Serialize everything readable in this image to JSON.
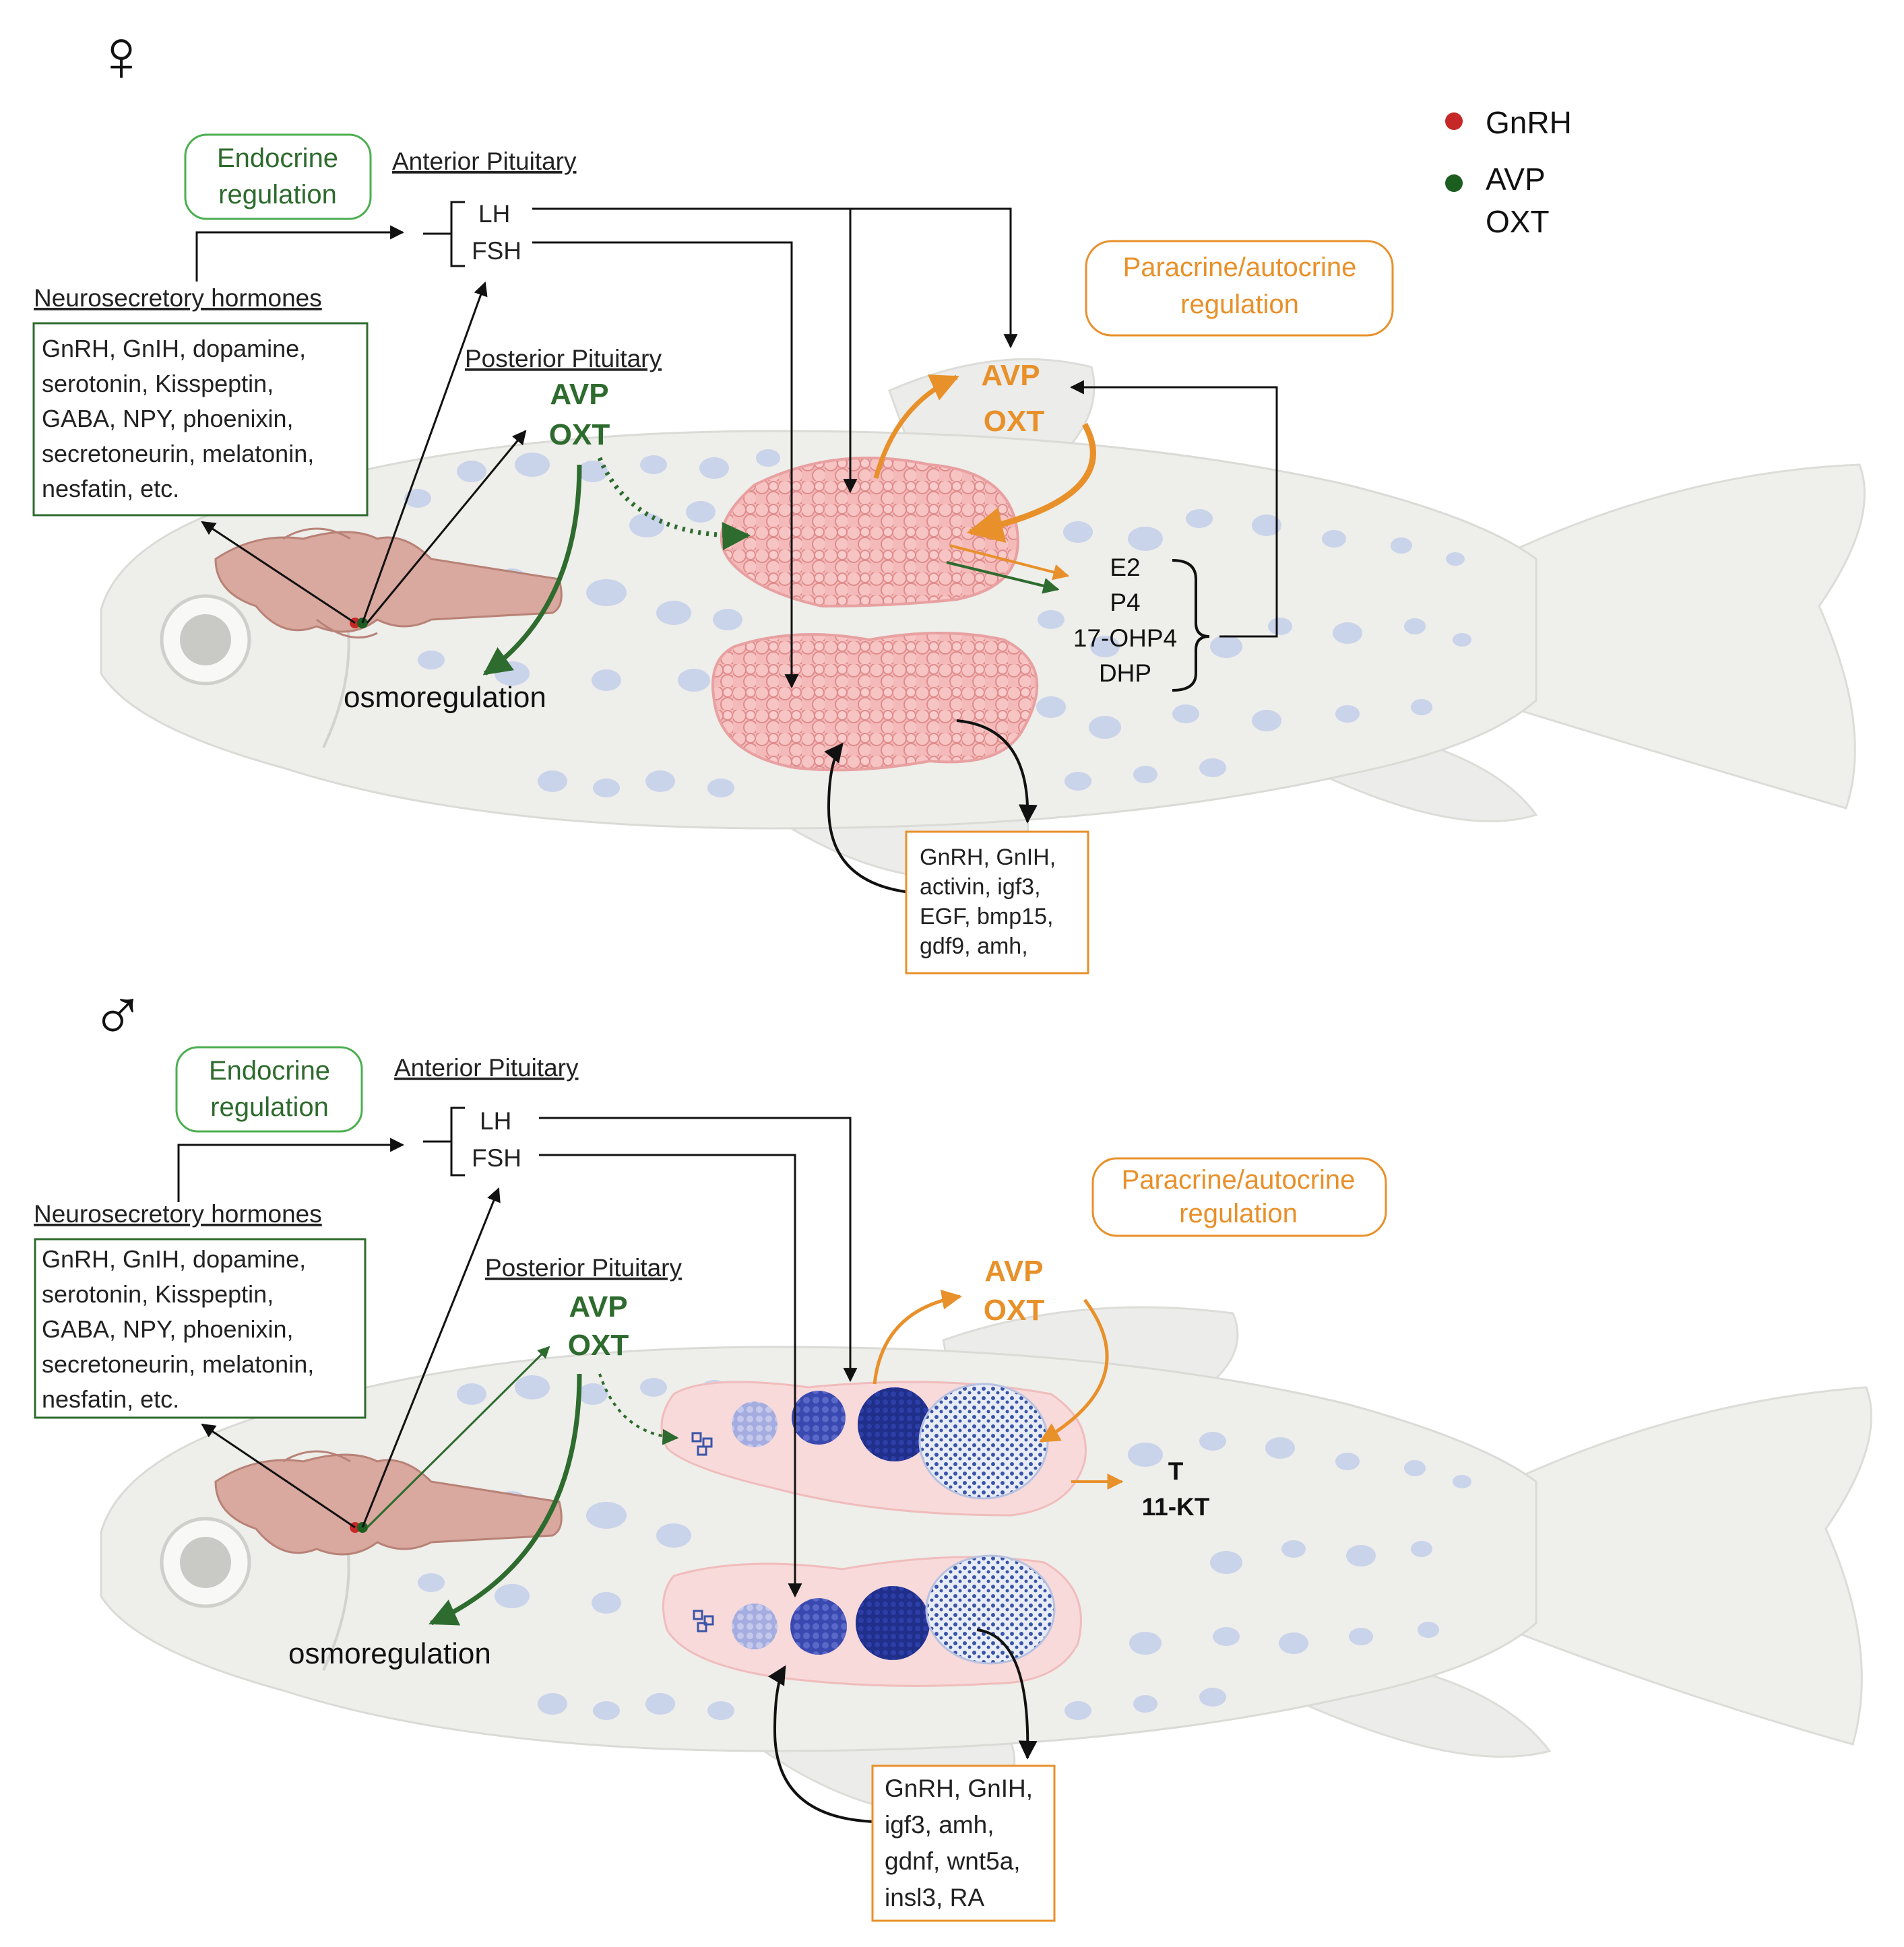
{
  "legend": {
    "gnrh": "GnRH",
    "avp": "AVP",
    "oxt": "OXT",
    "gnrh_color": "#c62828",
    "avp_oxt_color": "#1b5e20"
  },
  "colors": {
    "green": "#2e6b2e",
    "orange": "#e8902a",
    "fish_body": "#eeeeea",
    "spots": "#c9d3ea",
    "ovary": "#f2b5b5",
    "testis": "#f8dada",
    "dark_blue": "#1f2f8a"
  },
  "female": {
    "symbol": "♀",
    "endocrine": [
      "Endocrine",
      "regulation"
    ],
    "anterior_pituitary": "Anterior Pituitary",
    "lh": "LH",
    "fsh": "FSH",
    "neurosecretory_title": "Neurosecretory hormones",
    "neurosecretory_list": [
      "GnRH, GnIH, dopamine,",
      "serotonin, Kisspeptin,",
      "GABA, NPY, phoenixin,",
      "secretoneurin, melatonin,",
      "nesfatin, etc."
    ],
    "posterior_pituitary": "Posterior Pituitary",
    "post_avp": "AVP",
    "post_oxt": "OXT",
    "osmoregulation": "osmoregulation",
    "paracrine": [
      "Paracrine/autocrine",
      "regulation"
    ],
    "para_avp": "AVP",
    "para_oxt": "OXT",
    "steroids": [
      "E2",
      "P4",
      "17-OHP4",
      "DHP"
    ],
    "local_factors": [
      "GnRH, GnIH,",
      "activin, igf3,",
      "EGF, bmp15,",
      "gdf9, amh,"
    ]
  },
  "male": {
    "symbol": "♂",
    "endocrine": [
      "Endocrine",
      "regulation"
    ],
    "anterior_pituitary": "Anterior Pituitary",
    "lh": "LH",
    "fsh": "FSH",
    "neurosecretory_title": "Neurosecretory hormones",
    "neurosecretory_list": [
      "GnRH, GnIH, dopamine,",
      "serotonin, Kisspeptin,",
      "GABA, NPY, phoenixin,",
      "secretoneurin, melatonin,",
      "nesfatin, etc."
    ],
    "posterior_pituitary": "Posterior Pituitary",
    "post_avp": "AVP",
    "post_oxt": "OXT",
    "osmoregulation": "osmoregulation",
    "paracrine": [
      "Paracrine/autocrine",
      "regulation"
    ],
    "para_avp": "AVP",
    "para_oxt": "OXT",
    "androgens": [
      "T",
      "11-KT"
    ],
    "local_factors": [
      "GnRH, GnIH,",
      "igf3, amh,",
      "gdnf, wnt5a,",
      "insl3, RA"
    ]
  }
}
